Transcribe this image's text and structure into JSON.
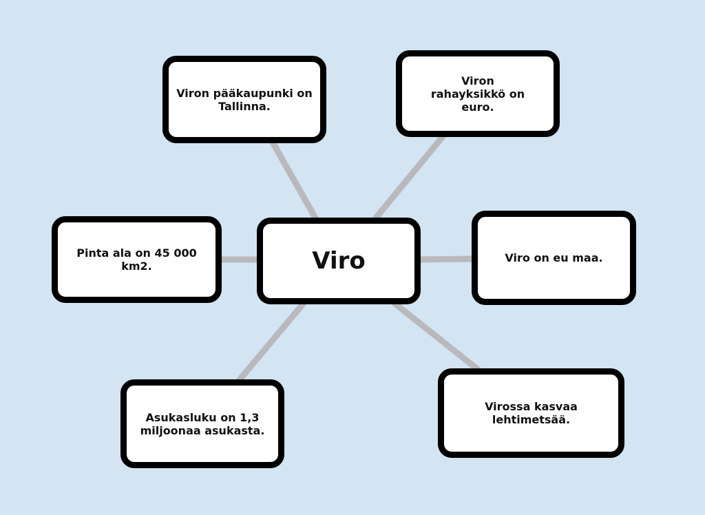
{
  "center": {
    "label": "Viro"
  },
  "nodes": {
    "capital": "Viron pääkaupunki on Tallinna.",
    "currency": "Viron rahayksikkö on euro.",
    "area": "Pinta ala on 45 000 km2.",
    "eu": "Viro on eu maa.",
    "population": "Asukasluku on 1,3 miljoonaa asukasta.",
    "forest": "Virossa kasvaa lehtimetsää."
  },
  "colors": {
    "background": "#d3e4f2",
    "line": "#b9b9bd",
    "border": "#000000"
  }
}
